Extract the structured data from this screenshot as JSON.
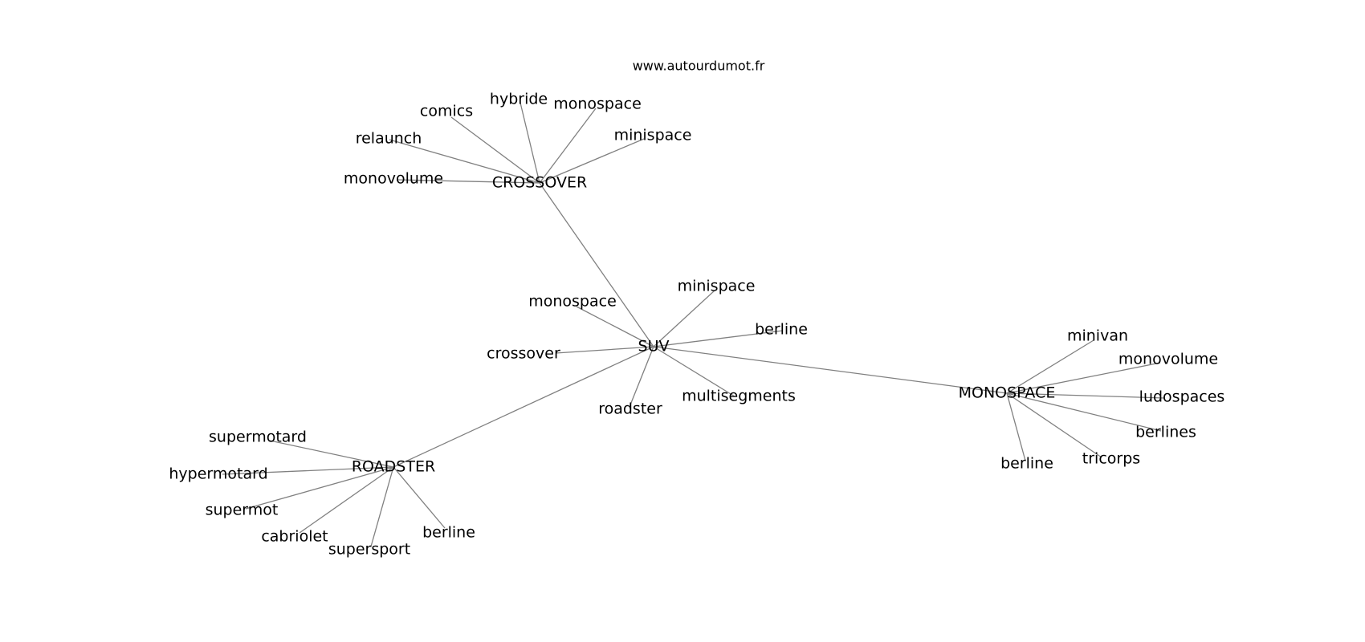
{
  "watermark": "www.autourdumot.fr",
  "colors": {
    "edge": "#808080",
    "text": "#000000",
    "background": "#ffffff"
  },
  "graph": {
    "center": "SUV",
    "hubs": [
      {
        "id": "suv",
        "label": "SUV",
        "leaves": [
          "minispace",
          "monospace",
          "berline",
          "crossover",
          "roadster",
          "multisegments"
        ]
      },
      {
        "id": "crossover",
        "label": "CROSSOVER",
        "leaves": [
          "comics",
          "hybride",
          "monospace",
          "relaunch",
          "minispace",
          "monovolume"
        ]
      },
      {
        "id": "roadster",
        "label": "ROADSTER",
        "leaves": [
          "supermotard",
          "hypermotard",
          "supermot",
          "cabriolet",
          "supersport",
          "berline"
        ]
      },
      {
        "id": "monospace",
        "label": "MONOSPACE",
        "leaves": [
          "minivan",
          "monovolume",
          "ludospaces",
          "berlines",
          "tricorps",
          "berline"
        ]
      }
    ],
    "hub_links": [
      [
        "suv",
        "crossover"
      ],
      [
        "suv",
        "roadster"
      ],
      [
        "suv",
        "monospace"
      ]
    ]
  }
}
